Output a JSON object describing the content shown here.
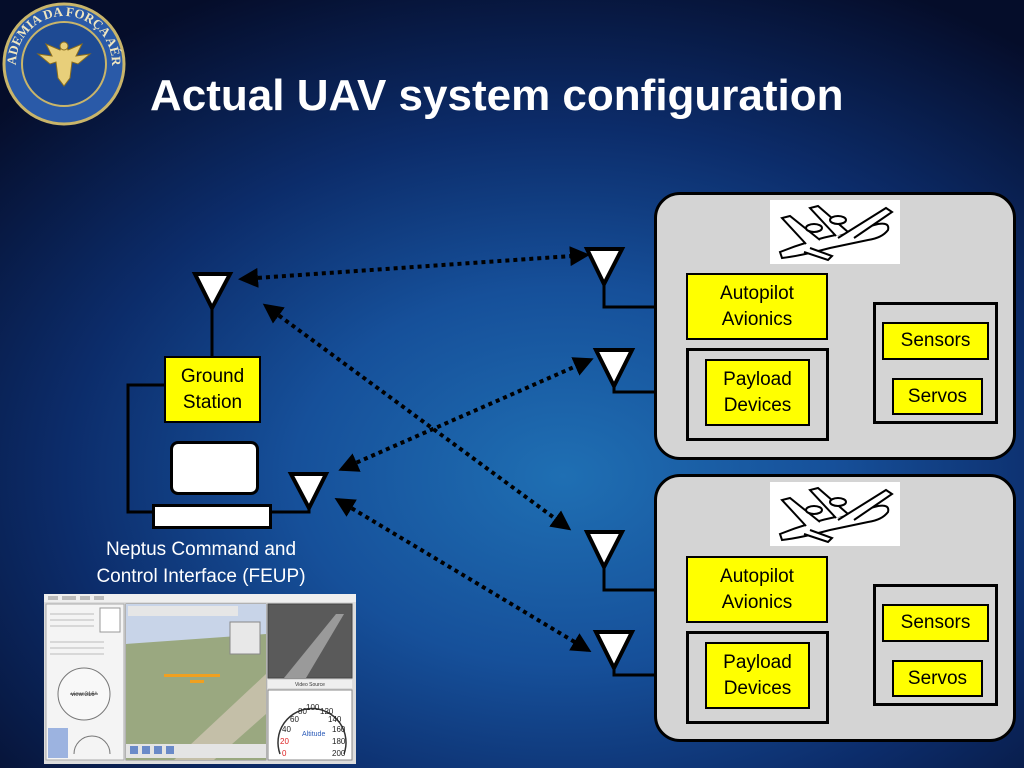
{
  "slide": {
    "title": "Actual UAV system configuration",
    "logo_text": "ACADEMIA DA FORÇA AÉREA"
  },
  "ground": {
    "station_line1": "Ground",
    "station_line2": "Station",
    "caption_line1": "Neptus Command and",
    "caption_line2": "Control Interface (FEUP)"
  },
  "uavs": [
    {
      "autopilot_line1": "Autopilot",
      "autopilot_line2": "Avionics",
      "payload_line1": "Payload",
      "payload_line2": "Devices",
      "sensors": "Sensors",
      "servos": "Servos",
      "icon": "airplane-icon"
    },
    {
      "autopilot_line1": "Autopilot",
      "autopilot_line2": "Avionics",
      "payload_line1": "Payload",
      "payload_line2": "Devices",
      "sensors": "Sensors",
      "servos": "Servos",
      "icon": "airplane-icon"
    }
  ],
  "screenshot": {
    "gauge_left": "view:316°",
    "gauge_speeds": [
      "60",
      "80",
      "100",
      "120",
      "140",
      "160",
      "180",
      "200",
      "40",
      "20",
      "0"
    ],
    "gauge_label": "Altitude",
    "video_label": "Video Source"
  },
  "colors": {
    "box_fill": "#ffff00",
    "panel_fill": "#d4d4d4",
    "text_light": "#ffffff",
    "link": "#000000"
  }
}
